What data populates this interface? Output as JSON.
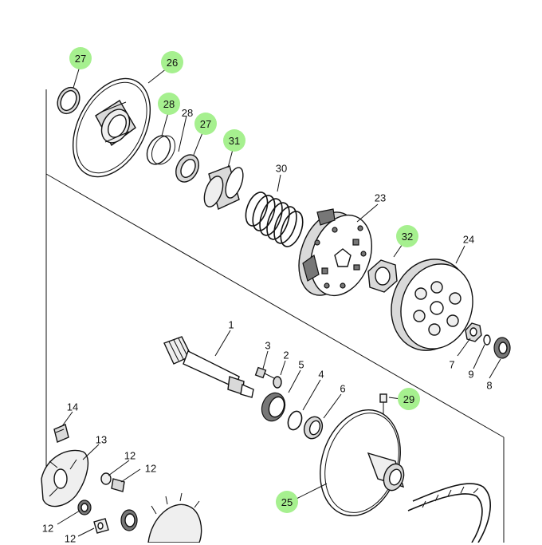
{
  "callouts": [
    {
      "id": "27a",
      "text": "27",
      "highlight": true
    },
    {
      "id": "26",
      "text": "26",
      "highlight": true
    },
    {
      "id": "28a",
      "text": "28",
      "highlight": true
    },
    {
      "id": "28b",
      "text": "28",
      "highlight": false
    },
    {
      "id": "27b",
      "text": "27",
      "highlight": true
    },
    {
      "id": "31",
      "text": "31",
      "highlight": true
    },
    {
      "id": "30",
      "text": "30",
      "highlight": false
    },
    {
      "id": "23",
      "text": "23",
      "highlight": false
    },
    {
      "id": "32",
      "text": "32",
      "highlight": true
    },
    {
      "id": "24",
      "text": "24",
      "highlight": false
    },
    {
      "id": "1",
      "text": "1",
      "highlight": false
    },
    {
      "id": "3",
      "text": "3",
      "highlight": false
    },
    {
      "id": "2",
      "text": "2",
      "highlight": false
    },
    {
      "id": "5",
      "text": "5",
      "highlight": false
    },
    {
      "id": "4",
      "text": "4",
      "highlight": false
    },
    {
      "id": "6",
      "text": "6",
      "highlight": false
    },
    {
      "id": "7",
      "text": "7",
      "highlight": false
    },
    {
      "id": "9",
      "text": "9",
      "highlight": false
    },
    {
      "id": "8",
      "text": "8",
      "highlight": false
    },
    {
      "id": "29",
      "text": "29",
      "highlight": true
    },
    {
      "id": "14",
      "text": "14",
      "highlight": false
    },
    {
      "id": "13",
      "text": "13",
      "highlight": false
    },
    {
      "id": "12a",
      "text": "12",
      "highlight": false
    },
    {
      "id": "12b",
      "text": "12",
      "highlight": false
    },
    {
      "id": "12c",
      "text": "12",
      "highlight": false
    },
    {
      "id": "12d",
      "text": "12",
      "highlight": false
    },
    {
      "id": "25",
      "text": "25",
      "highlight": true
    }
  ],
  "colors": {
    "highlight": "#a6f08f",
    "line": "#111111"
  }
}
